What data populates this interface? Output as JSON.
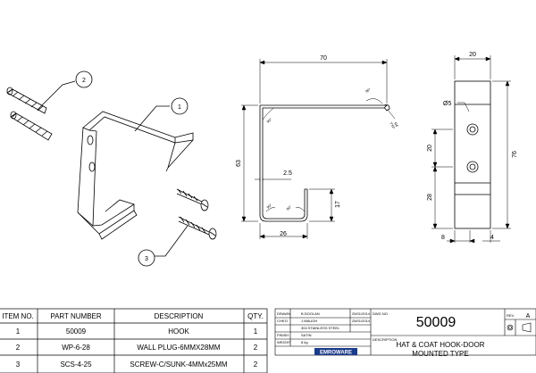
{
  "balloons": [
    "2",
    "1",
    "3"
  ],
  "dimensions": {
    "width_70": "70",
    "height_63": "63",
    "angle_top": "90°",
    "angle_left_top": "90°",
    "radius": "R4",
    "radius_typ": "TYP",
    "gap_2_5": "2.5",
    "angle_bottom_left": "90°",
    "angle_bottom_right": "90°",
    "height_17": "17",
    "width_26": "26",
    "width_20": "20",
    "hole_dia": "Ø5",
    "dim_20_v": "20",
    "dim_28_v": "28",
    "dim_76": "76",
    "dim_8": "8",
    "dim_4": "4"
  },
  "bom": {
    "headers": [
      "ITEM NO.",
      "PART NUMBER",
      "DESCRIPTION",
      "QTY."
    ],
    "rows": [
      {
        "item": "1",
        "part": "50009",
        "desc": "HOOK",
        "qty": "1"
      },
      {
        "item": "2",
        "part": "WP-6-28",
        "desc": "WALL PLUG-6MMX28MM",
        "qty": "2"
      },
      {
        "item": "3",
        "part": "SCS-4-25",
        "desc": "SCREW-C/SUNK-4MMx25MM",
        "qty": "2"
      }
    ]
  },
  "title_block": {
    "labels": [
      "DRAWN",
      "CHK'D",
      "FINISH",
      "WEIGHT"
    ],
    "values": [
      "B.DOOLAN",
      "J.WAUGH",
      "304 STAINLESS STEEL",
      "SATIN",
      "8 kg"
    ],
    "dates": [
      "25/01/2014",
      "25/01/2014"
    ],
    "dwg_label": "DWG NO.",
    "dwg_no": "50009",
    "rev_label": "REV.",
    "rev": "A",
    "desc_label": "DESCRIPTION",
    "title1": "HAT & COAT HOOK-DOOR",
    "title2": "MOUNTED TYPE",
    "logo": "EMROWARE"
  }
}
